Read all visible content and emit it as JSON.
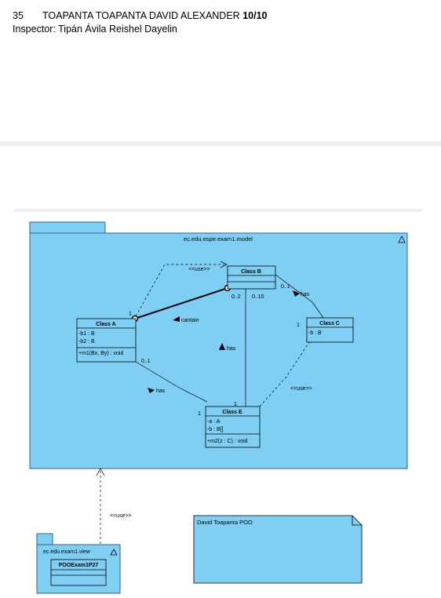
{
  "header": {
    "number": "35",
    "student": "TOAPANTA TOAPANTA DAVID ALEXANDER",
    "score": "10/10",
    "inspector": "Inspector: Tipán Ávila Reishel Dayelin"
  },
  "diagram": {
    "model_package": "ec.edu.espe.exam1.model",
    "view_package": "ec.edu.exam1.view",
    "note": "David Toapanta POO",
    "classes": {
      "a": {
        "name": "Class A",
        "attrs": [
          "-b1 : B",
          "-b2 : B"
        ],
        "ops": [
          "+m1(Bx, By) : void"
        ]
      },
      "b": {
        "name": "Class B"
      },
      "c": {
        "name": "Class C",
        "attrs": [
          "-b : B"
        ]
      },
      "e": {
        "name": "Class E",
        "attrs": [
          "-a : A",
          "-b : B[]"
        ],
        "ops": [
          "+m2(z : C) : void"
        ]
      },
      "poo": {
        "name": "POOExam1P27"
      }
    },
    "labels": {
      "use_ab": "<<use>>",
      "contain": "cantain",
      "has_bc": "has",
      "has_be": "has",
      "has_ae": "has",
      "use_ec": "<<use>>",
      "use_view": "<<use>>"
    },
    "multiplicities": {
      "a_top": "1",
      "b_left": "0..2",
      "b_right": "0..10",
      "b_c": "0..1",
      "c_left": "1",
      "a_bottom": "0..1",
      "e_left": "1",
      "e_top": "1"
    }
  }
}
